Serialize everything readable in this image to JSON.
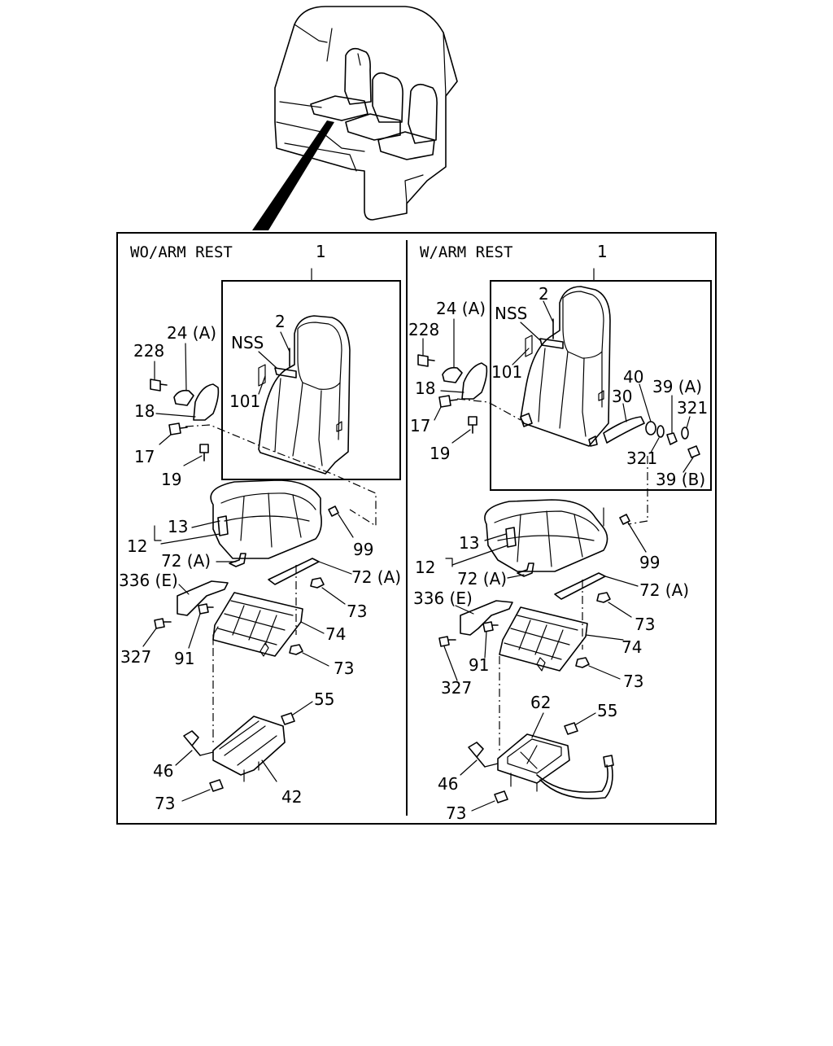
{
  "panels": {
    "left_title": "WO/ARM REST",
    "right_title": "W/ARM REST"
  },
  "left_labels": {
    "l1": "1",
    "l2": "2",
    "nss": "NSS",
    "l24a": "24 (A)",
    "l228": "228",
    "l101": "101",
    "l18": "18",
    "l17": "17",
    "l19": "19",
    "l13": "13",
    "l12": "12",
    "l99": "99",
    "l72a_1": "72 (A)",
    "l72a_2": "72 (A)",
    "l336e": "336 (E)",
    "l73_1": "73",
    "l74": "74",
    "l327": "327",
    "l91": "91",
    "l73_2": "73",
    "l55": "55",
    "l46": "46",
    "l73_3": "73",
    "l42": "42"
  },
  "right_labels": {
    "r1": "1",
    "r2": "2",
    "nss": "NSS",
    "r24a": "24 (A)",
    "r228": "228",
    "r101": "101",
    "r18": "18",
    "r17": "17",
    "r19": "19",
    "r40": "40",
    "r39a": "39 (A)",
    "r30": "30",
    "r321_1": "321",
    "r321_2": "321",
    "r39b": "39 (B)",
    "r13": "13",
    "r12": "12",
    "r99": "99",
    "r72a_1": "72 (A)",
    "r72a_2": "72 (A)",
    "r336e": "336 (E)",
    "r73_1": "73",
    "r74": "74",
    "r327": "327",
    "r91": "91",
    "r73_2": "73",
    "r62": "62",
    "r55": "55",
    "r46": "46",
    "r73_3": "73"
  }
}
